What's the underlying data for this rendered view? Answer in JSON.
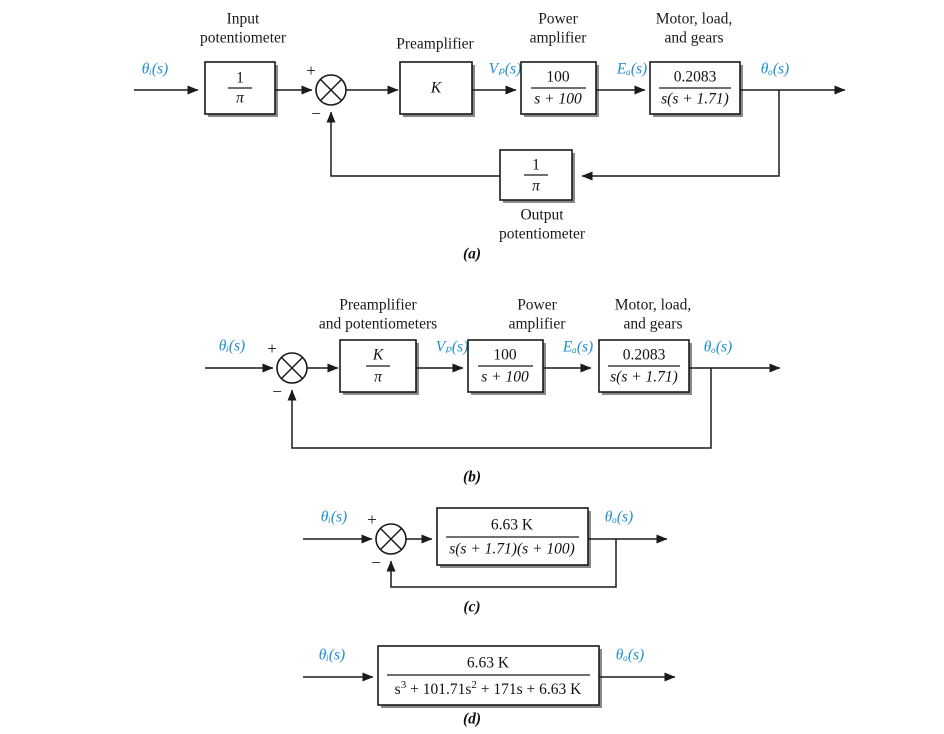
{
  "figure": {
    "signals": {
      "theta_i": "θᵢ(s)",
      "theta_o": "θₒ(s)",
      "vp": "Vₚ(s)",
      "ea": "Eₐ(s)"
    },
    "signal_color": "#1f8fd0",
    "line_color": "#1a1a1a",
    "background": "#ffffff",
    "signs": {
      "plus": "+",
      "minus": "−"
    }
  },
  "diagram_a": {
    "panel_label": "(a)",
    "captions": {
      "input_pot": [
        "Input",
        "potentiometer"
      ],
      "preamp": [
        "Preamplifier"
      ],
      "power_amp": [
        "Power",
        "amplifier"
      ],
      "motor": [
        "Motor, load,",
        "and gears"
      ],
      "output_pot": [
        "Output",
        "potentiometer"
      ]
    },
    "blocks": [
      {
        "name": "input-potentiometer",
        "num": "1",
        "den": "π",
        "fraction": true
      },
      {
        "name": "preamplifier",
        "num": "K",
        "den": "",
        "fraction": false
      },
      {
        "name": "power-amplifier",
        "num": "100",
        "den": "s + 100",
        "fraction": true
      },
      {
        "name": "motor-load-gears",
        "num": "0.2083",
        "den": "s(s + 1.71)",
        "fraction": true
      },
      {
        "name": "output-potentiometer",
        "num": "1",
        "den": "π",
        "fraction": true
      }
    ],
    "labels": {
      "in": "θᵢ(s)",
      "vp": "Vₚ(s)",
      "ea": "Eₐ(s)",
      "out": "θₒ(s)"
    }
  },
  "diagram_b": {
    "panel_label": "(b)",
    "captions": {
      "preamp_pots": [
        "Preamplifier",
        "and potentiometers"
      ],
      "power_amp": [
        "Power",
        "amplifier"
      ],
      "motor": [
        "Motor, load,",
        "and gears"
      ]
    },
    "blocks": [
      {
        "name": "preamp-and-potentiometers",
        "num": "K",
        "den": "π",
        "fraction": true
      },
      {
        "name": "power-amplifier",
        "num": "100",
        "den": "s + 100",
        "fraction": true
      },
      {
        "name": "motor-load-gears",
        "num": "0.2083",
        "den": "s(s + 1.71)",
        "fraction": true
      }
    ],
    "labels": {
      "in": "θᵢ(s)",
      "vp": "Vₚ(s)",
      "ea": "Eₐ(s)",
      "out": "θₒ(s)"
    }
  },
  "diagram_c": {
    "panel_label": "(c)",
    "block": {
      "name": "open-loop-transfer-function",
      "num": "6.63 K",
      "den": "s(s + 1.71)(s + 100)"
    },
    "labels": {
      "in": "θᵢ(s)",
      "out": "θₒ(s)"
    }
  },
  "diagram_d": {
    "panel_label": "(d)",
    "block": {
      "name": "closed-loop-transfer-function",
      "num": "6.63 K",
      "den_parts": [
        "s",
        "3",
        " + 101.71s",
        "2",
        " + 171s + 6.63 K"
      ]
    },
    "labels": {
      "in": "θᵢ(s)",
      "out": "θₒ(s)"
    }
  }
}
